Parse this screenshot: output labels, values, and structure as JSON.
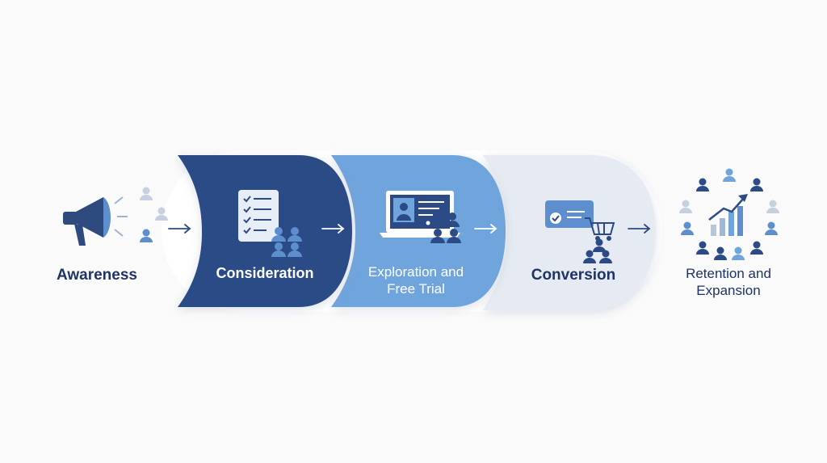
{
  "stages": [
    {
      "id": "awareness",
      "label": "Awareness",
      "icon": "megaphone-icon"
    },
    {
      "id": "consideration",
      "label": "Consideration",
      "icon": "checklist-icon"
    },
    {
      "id": "exploration",
      "label_line1": "Exploration and",
      "label_line2": "Free Trial",
      "icon": "laptop-icon"
    },
    {
      "id": "conversion",
      "label": "Conversion",
      "icon": "credit-card-cart-icon"
    },
    {
      "id": "retention",
      "label_line1": "Retention and",
      "label_line2": "Expansion",
      "icon": "growth-chart-people-icon"
    }
  ],
  "colors": {
    "dark_navy": "#2c4b86",
    "medium_blue": "#6fa4dc",
    "pale_blue": "#e8edf5",
    "text_navy": "#1e3464",
    "icon_navy": "#2e4a7e",
    "icon_light": "#5d8fcf",
    "icon_faint": "#b9c6d8",
    "arrow": "#2e4a7e"
  }
}
